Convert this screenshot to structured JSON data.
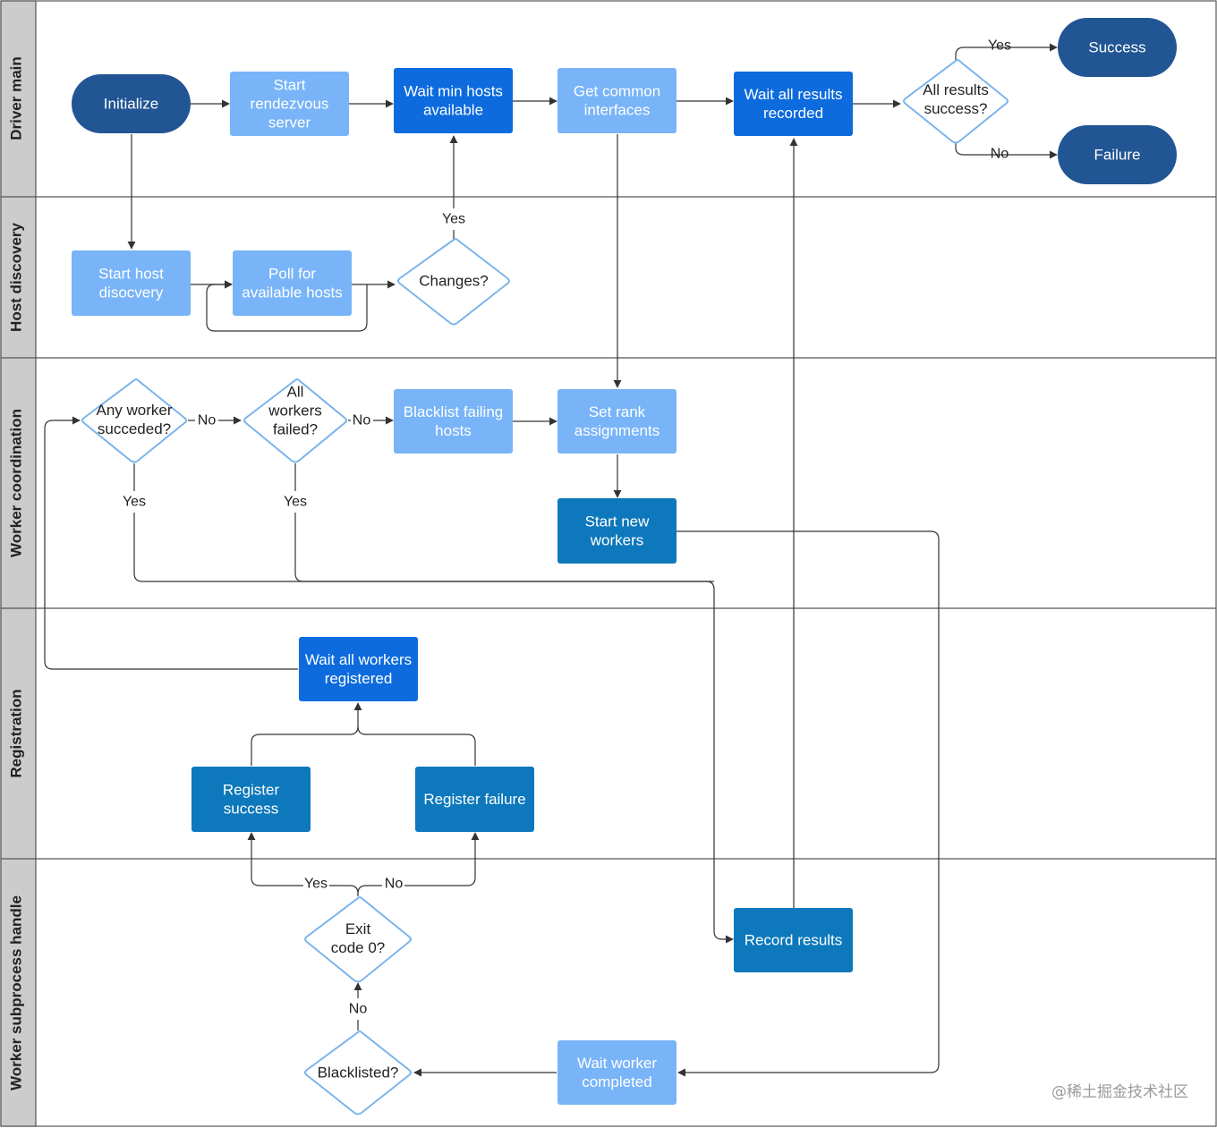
{
  "colors": {
    "terminal": "#215593",
    "dark_blue": "#0d6bde",
    "light_blue": "#78b4f7",
    "teal_blue": "#0d78bb",
    "decision_stroke": "#7ab4ec",
    "lane_header": "#cccccc",
    "edge": "#333333"
  },
  "lanes": [
    {
      "id": "driver-main",
      "label": "Driver main"
    },
    {
      "id": "host-discovery",
      "label": "Host discovery"
    },
    {
      "id": "worker-coordination",
      "label": "Worker coordination"
    },
    {
      "id": "registration",
      "label": "Registration"
    },
    {
      "id": "worker-subprocess-handle",
      "label": "Worker subprocess handle"
    }
  ],
  "nodes": [
    {
      "id": "initialize",
      "shape": "terminal",
      "style": "terminal",
      "lines": [
        "Initialize"
      ]
    },
    {
      "id": "start-rendezvous",
      "shape": "process",
      "style": "light_blue",
      "lines": [
        "Start",
        "rendezvous",
        "server"
      ]
    },
    {
      "id": "wait-min-hosts",
      "shape": "process",
      "style": "dark_blue",
      "lines": [
        "Wait min hosts",
        "available"
      ]
    },
    {
      "id": "get-common-interfaces",
      "shape": "process",
      "style": "light_blue",
      "lines": [
        "Get common",
        "interfaces"
      ]
    },
    {
      "id": "wait-all-results",
      "shape": "process",
      "style": "dark_blue",
      "lines": [
        "Wait all results",
        "recorded"
      ]
    },
    {
      "id": "all-results-success",
      "shape": "decision",
      "style": "decision",
      "lines": [
        "All results",
        "success?"
      ]
    },
    {
      "id": "success",
      "shape": "terminal",
      "style": "terminal",
      "lines": [
        "Success"
      ]
    },
    {
      "id": "failure",
      "shape": "terminal",
      "style": "terminal",
      "lines": [
        "Failure"
      ]
    },
    {
      "id": "start-host-discovery",
      "shape": "process",
      "style": "light_blue",
      "lines": [
        "Start host",
        "disocvery"
      ]
    },
    {
      "id": "poll-hosts",
      "shape": "process",
      "style": "light_blue",
      "lines": [
        "Poll for",
        "available hosts"
      ]
    },
    {
      "id": "changes",
      "shape": "decision",
      "style": "decision",
      "lines": [
        "Changes?"
      ]
    },
    {
      "id": "any-worker-succeeded",
      "shape": "decision",
      "style": "decision",
      "lines": [
        "Any worker",
        "succeded?"
      ]
    },
    {
      "id": "all-workers-failed",
      "shape": "decision",
      "style": "decision",
      "lines": [
        "All",
        "workers",
        "failed?"
      ]
    },
    {
      "id": "blacklist-hosts",
      "shape": "process",
      "style": "light_blue",
      "lines": [
        "Blacklist failing",
        "hosts"
      ]
    },
    {
      "id": "set-rank-assignments",
      "shape": "process",
      "style": "light_blue",
      "lines": [
        "Set rank",
        "assignments"
      ]
    },
    {
      "id": "start-new-workers",
      "shape": "process",
      "style": "teal_blue",
      "lines": [
        "Start new",
        "workers"
      ]
    },
    {
      "id": "wait-all-workers-registered",
      "shape": "process",
      "style": "dark_blue",
      "lines": [
        "Wait all workers",
        "registered"
      ]
    },
    {
      "id": "register-success",
      "shape": "process",
      "style": "teal_blue",
      "lines": [
        "Register",
        "success"
      ]
    },
    {
      "id": "register-failure",
      "shape": "process",
      "style": "teal_blue",
      "lines": [
        "Register failure"
      ]
    },
    {
      "id": "exit-code-0",
      "shape": "decision",
      "style": "decision",
      "lines": [
        "Exit",
        "code 0?"
      ]
    },
    {
      "id": "record-results",
      "shape": "process",
      "style": "teal_blue",
      "lines": [
        "Record results"
      ]
    },
    {
      "id": "blacklisted",
      "shape": "decision",
      "style": "decision",
      "lines": [
        "Blacklisted?"
      ]
    },
    {
      "id": "wait-worker-completed",
      "shape": "process",
      "style": "light_blue",
      "lines": [
        "Wait worker",
        "completed"
      ]
    }
  ],
  "edges": [
    {
      "from": "initialize",
      "to": "start-rendezvous",
      "label": ""
    },
    {
      "from": "initialize",
      "to": "start-host-discovery",
      "label": ""
    },
    {
      "from": "start-rendezvous",
      "to": "wait-min-hosts",
      "label": ""
    },
    {
      "from": "wait-min-hosts",
      "to": "get-common-interfaces",
      "label": ""
    },
    {
      "from": "get-common-interfaces",
      "to": "wait-all-results",
      "label": ""
    },
    {
      "from": "get-common-interfaces",
      "to": "set-rank-assignments",
      "label": ""
    },
    {
      "from": "wait-all-results",
      "to": "all-results-success",
      "label": ""
    },
    {
      "from": "all-results-success",
      "to": "success",
      "label": "Yes"
    },
    {
      "from": "all-results-success",
      "to": "failure",
      "label": "No"
    },
    {
      "from": "start-host-discovery",
      "to": "poll-hosts",
      "label": ""
    },
    {
      "from": "poll-hosts",
      "to": "poll-hosts",
      "label": ""
    },
    {
      "from": "poll-hosts",
      "to": "changes",
      "label": ""
    },
    {
      "from": "changes",
      "to": "wait-min-hosts",
      "label": "Yes"
    },
    {
      "from": "any-worker-succeeded",
      "to": "all-workers-failed",
      "label": "No"
    },
    {
      "from": "all-workers-failed",
      "to": "blacklist-hosts",
      "label": "No"
    },
    {
      "from": "blacklist-hosts",
      "to": "set-rank-assignments",
      "label": ""
    },
    {
      "from": "set-rank-assignments",
      "to": "start-new-workers",
      "label": ""
    },
    {
      "from": "any-worker-succeeded",
      "to": "record-results",
      "label": "Yes"
    },
    {
      "from": "all-workers-failed",
      "to": "record-results",
      "label": "Yes"
    },
    {
      "from": "start-new-workers",
      "to": "wait-worker-completed",
      "label": ""
    },
    {
      "from": "wait-all-workers-registered",
      "to": "any-worker-succeeded",
      "label": ""
    },
    {
      "from": "register-success",
      "to": "wait-all-workers-registered",
      "label": ""
    },
    {
      "from": "register-failure",
      "to": "wait-all-workers-registered",
      "label": ""
    },
    {
      "from": "exit-code-0",
      "to": "register-success",
      "label": "Yes"
    },
    {
      "from": "exit-code-0",
      "to": "register-failure",
      "label": "No"
    },
    {
      "from": "blacklisted",
      "to": "exit-code-0",
      "label": "No"
    },
    {
      "from": "wait-worker-completed",
      "to": "blacklisted",
      "label": ""
    },
    {
      "from": "record-results",
      "to": "wait-all-results",
      "label": ""
    }
  ],
  "watermark": "@稀土掘金技术社区"
}
